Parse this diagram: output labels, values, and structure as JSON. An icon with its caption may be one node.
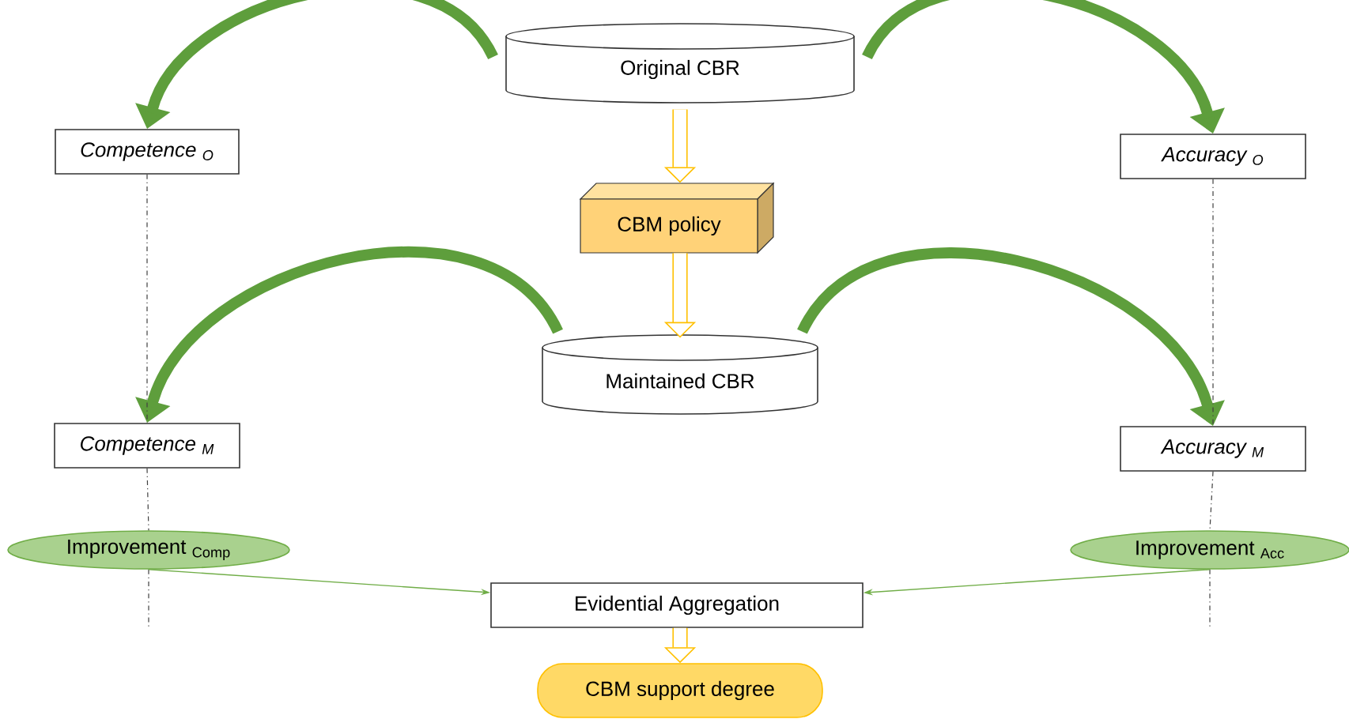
{
  "diagram": {
    "nodes": [
      {
        "text": [
          "Original CBR"
        ]
      },
      {
        "text": [
          "Competence $_{O}$"
        ]
      },
      {
        "text": [
          "Accuracy $_{O}$"
        ]
      },
      {
        "text": [
          "CBM policy"
        ]
      },
      {
        "text": [
          "Maintained CBR"
        ]
      },
      {
        "text": [
          "Competence $_{M}$"
        ]
      },
      {
        "text": [
          "Accuracy $_{M}$"
        ]
      },
      {
        "text": [
          "Improvement $_{Comp}$"
        ]
      },
      {
        "text": [
          "Improvement $_{Acc}$"
        ]
      },
      {
        "text": [
          "Evidential Aggregation"
        ]
      },
      {
        "text": [
          "CBM support degree"
        ]
      }
    ],
    "edges": [
      {
        "from": 0,
        "to": 1,
        "arrow": "to",
        "color": "#5e9e3c"
      },
      {
        "from": 0,
        "to": 2,
        "arrow": "to",
        "color": "#5e9e3c"
      },
      {
        "from": 0,
        "to": 3,
        "arrow": "to",
        "color": "#ffc000"
      },
      {
        "from": 3,
        "to": 4,
        "arrow": "to",
        "color": "#ffc000"
      },
      {
        "from": 4,
        "to": 5,
        "arrow": "to",
        "color": "#5e9e3c"
      },
      {
        "from": 4,
        "to": 6,
        "arrow": "to",
        "color": "#5e9e3c"
      },
      {
        "from": 1,
        "to": 5,
        "arrow": "none",
        "style": "dashed",
        "color": "#404040"
      },
      {
        "from": 2,
        "to": 6,
        "arrow": "none",
        "style": "dashed",
        "color": "#404040"
      },
      {
        "from": 5,
        "to": 7,
        "arrow": "none",
        "style": "dashed",
        "color": "#404040"
      },
      {
        "from": 6,
        "to": 8,
        "arrow": "none",
        "style": "dashed",
        "color": "#404040"
      },
      {
        "from": 7,
        "to": 9,
        "arrow": "to",
        "color": "#70ad47"
      },
      {
        "from": 8,
        "to": 9,
        "arrow": "to",
        "color": "#70ad47"
      },
      {
        "from": 9,
        "to": 10,
        "arrow": "to",
        "color": "#ffc000"
      }
    ]
  }
}
